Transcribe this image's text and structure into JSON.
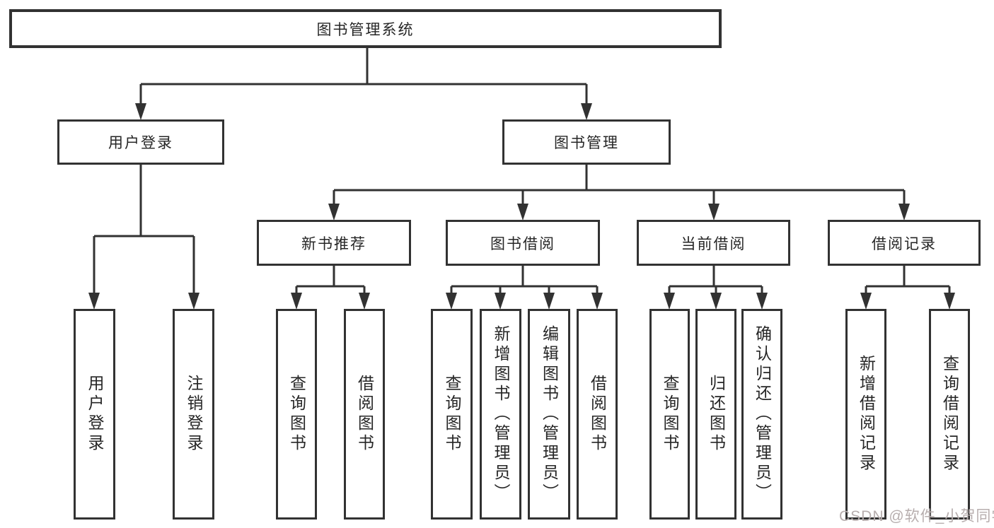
{
  "tree": {
    "root": {
      "label": "图书管理系统"
    },
    "user_login": {
      "label": "用户登录",
      "children": [
        {
          "label": "用户登录"
        },
        {
          "label": "注销登录"
        }
      ]
    },
    "book_management": {
      "label": "图书管理",
      "modules": [
        {
          "label": "新书推荐",
          "children": [
            {
              "label": "查询图书"
            },
            {
              "label": "借阅图书"
            }
          ]
        },
        {
          "label": "图书借阅",
          "children": [
            {
              "label": "查询图书"
            },
            {
              "label": "新增图书（管理员）"
            },
            {
              "label": "编辑图书（管理员）"
            },
            {
              "label": "借阅图书"
            }
          ]
        },
        {
          "label": "当前借阅",
          "children": [
            {
              "label": "查询图书"
            },
            {
              "label": "归还图书"
            },
            {
              "label": "确认归还（管理员）"
            }
          ]
        },
        {
          "label": "借阅记录",
          "children": [
            {
              "label": "新增借阅记录"
            },
            {
              "label": "查询借阅记录"
            }
          ]
        }
      ]
    }
  },
  "watermark": {
    "text": "CSDN @软件_小贺同学"
  },
  "colors": {
    "line": "#323232",
    "text": "#262626",
    "box_background": "#ffffff",
    "watermark_text": "#b7aeae"
  }
}
